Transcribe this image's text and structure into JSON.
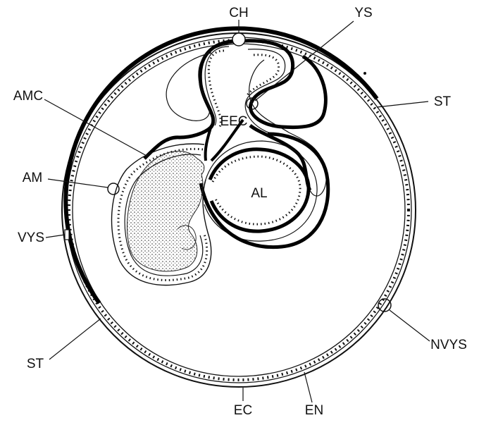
{
  "labels": {
    "ch": "CH",
    "ys": "YS",
    "amc": "AMC",
    "st_right": "ST",
    "eec": "EEC",
    "am": "AM",
    "al": "AL",
    "vys": "VYS",
    "nvys": "NVYS",
    "st_left": "ST",
    "ec": "EC",
    "en": "EN"
  }
}
